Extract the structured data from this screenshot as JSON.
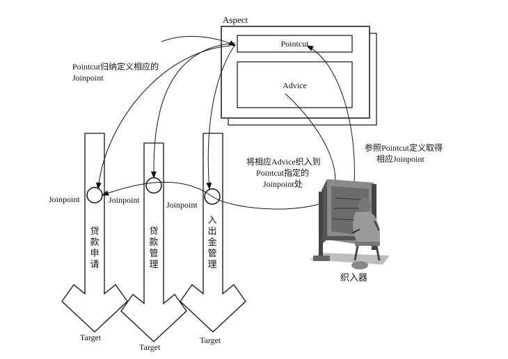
{
  "aspect": {
    "title": "Aspect",
    "pointcut_label": "Pointcut",
    "advice_label": "Advice"
  },
  "annotations": {
    "pointcut_defines_line1": "Pointcut归纳定义相应的",
    "pointcut_defines_line2": "Joinpoint",
    "weave_line1": "将相应Advice织入到",
    "weave_line2": "Pointcut指定的",
    "weave_line3": "Joinpoint处",
    "obtain_line1": "参照Pointcut定义取得",
    "obtain_line2": "相应Joinpoint"
  },
  "flows": [
    {
      "name": "贷款申请",
      "joinpoint": "Joinpoint",
      "target": "Target"
    },
    {
      "name": "贷款管理",
      "joinpoint": "Joinpoint",
      "target": "Target"
    },
    {
      "name": "入出金管理",
      "joinpoint": "Joinpoint",
      "target": "Target"
    }
  ],
  "weaver_label": "织入器",
  "weaver_icon": "weaver-at-loom-icon"
}
